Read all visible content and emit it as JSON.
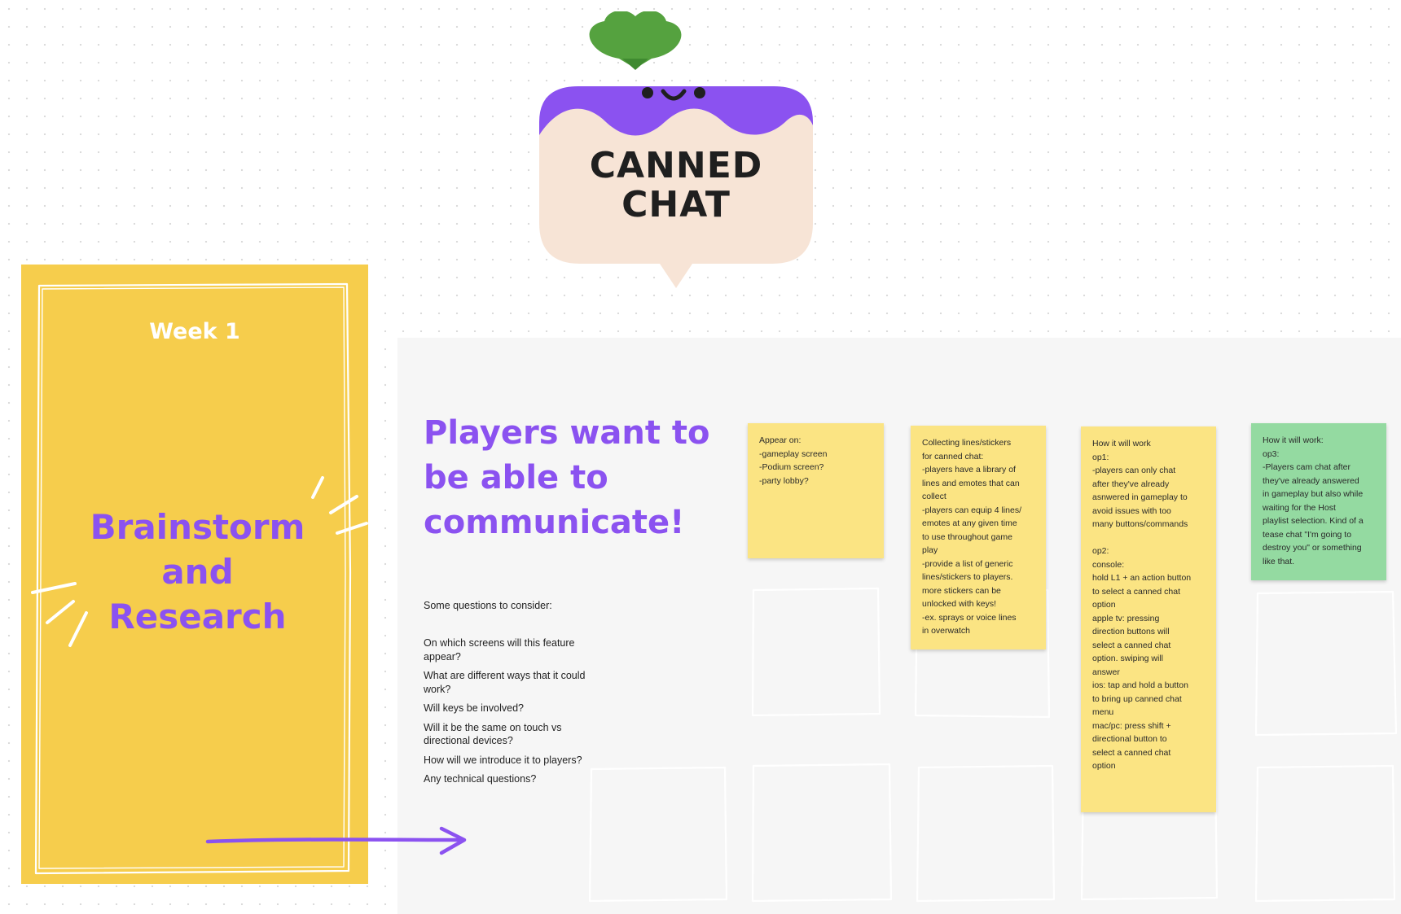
{
  "logo": {
    "title": "CANNED\nCHAT",
    "colors": {
      "leaf": "#55a23f",
      "cap": "#8b52f0",
      "body": "#f7e4d6",
      "face": "#1f1f1f"
    }
  },
  "week_card": {
    "title": "Week 1",
    "subtitle": "Brainstorm\nand\nResearch",
    "colors": {
      "card": "#f6cd4c",
      "title": "#ffffff",
      "subtitle": "#8b52f0"
    }
  },
  "board": {
    "title": "Players want to\nbe able to\ncommunicate!",
    "questions_intro": "Some questions to consider:",
    "questions": [
      "On which screens will this feature appear?",
      "What are different ways that it could work?",
      "Will keys be involved?",
      "Will it be the same on touch vs directional devices?",
      "How will we introduce it to players?",
      "Any technical questions?"
    ]
  },
  "notes": [
    {
      "color": "yellow",
      "text": "Appear on:\n-gameplay screen\n-Podium screen?\n-party lobby?"
    },
    {
      "color": "yellow",
      "text": "Collecting lines/stickers\nfor canned chat:\n-players have a library of\nlines and emotes that can\ncollect\n-players can equip 4 lines/\nemotes at any given time\nto use throughout game\nplay\n-provide a list of generic\nlines/stickers to players.\nmore stickers can be\nunlocked with keys!\n-ex. sprays or voice lines\nin overwatch"
    },
    {
      "color": "yellow",
      "text": "How it will work\nop1:\n-players can only chat\nafter they've already\nasnwered in gameplay to\navoid issues with too\nmany buttons/commands\n\nop2:\nconsole:\nhold L1 + an action button\nto select a canned chat\noption\napple tv: pressing\ndirection buttons will\nselect a canned chat\noption. swiping will\nanswer\nios: tap and hold a button\nto bring up canned chat\nmenu\nmac/pc: press shift +\ndirectional button to\nselect a canned chat\noption"
    },
    {
      "color": "green",
      "text": "How it will work:\nop3:\n-Players cam chat after\nthey've already answered\nin gameplay but also while\nwaiting for the Host\nplaylist selection. Kind of a\ntease chat \"I'm going to\ndestroy you\" or something\nlike that."
    }
  ],
  "accent_colors": {
    "purple": "#8b52f0",
    "yellow_note": "#fbe483",
    "green_note": "#94daa1"
  }
}
